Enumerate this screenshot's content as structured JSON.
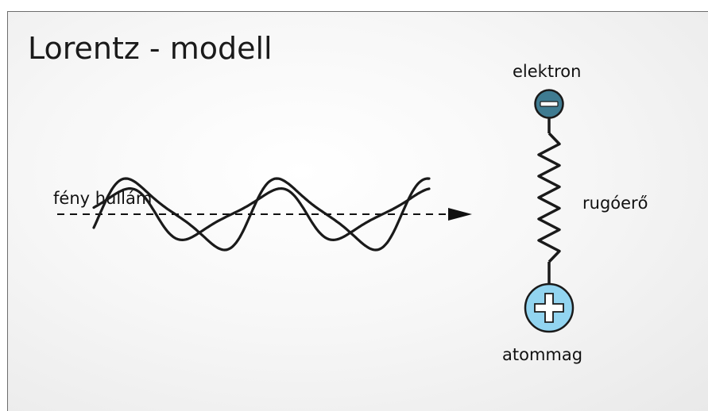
{
  "diagram": {
    "title": "Lorentz - modell",
    "labels": {
      "light_wave": "fény hullám",
      "electron": "elektron",
      "spring_force": "rugóerő",
      "nucleus": "atommag"
    },
    "colors": {
      "electron_fill": "#3f7b91",
      "nucleus_fill": "#92d4f0",
      "stroke": "#1a1a1a"
    },
    "icons": {
      "electron": "minus-sign",
      "nucleus": "plus-sign"
    }
  }
}
